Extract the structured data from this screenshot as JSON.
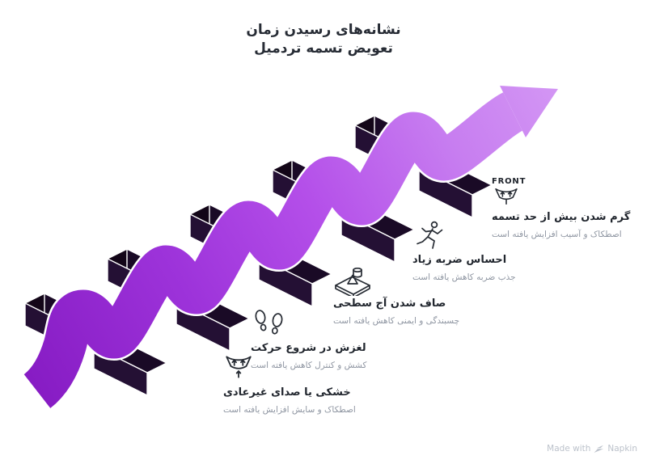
{
  "header": {
    "title_line1": "نشانه‌های رسیدن زمان",
    "title_line2": "تعویض تسمه تردمیل"
  },
  "milestones": [
    {
      "icon": "defrost-vent-icon",
      "title": "خشکی یا صدای غیرعادی",
      "subtitle": "اصطکاک و سایش افزایش یافته است"
    },
    {
      "icon": "footprints-icon",
      "title": "لغزش در شروع حرکت",
      "subtitle": "کشش و کنترل کاهش یافته است"
    },
    {
      "icon": "tread-surface-icon",
      "title": "صاف شدن آج سطحی",
      "subtitle": "چسبندگی و ایمنی کاهش یافته است"
    },
    {
      "icon": "running-person-icon",
      "title": "احساس ضربه زیاد",
      "subtitle": "جذب ضربه کاهش یافته است"
    },
    {
      "label": "FRONT",
      "icon": "defrost-vent-icon",
      "title": "گرم شدن بیش از حد تسمه",
      "subtitle": "اصطکاک و آسیب افزایش یافته است"
    }
  ],
  "footer": {
    "made_with": "Made with",
    "brand": "Napkin"
  },
  "colors": {
    "ribbon_start": "#871cc4",
    "ribbon_mid": "#b44fe9",
    "ribbon_end": "#d396f4",
    "block_front": "#241034",
    "block_top": "#1a0a26",
    "block_side": "#130618",
    "title_text": "#272c35",
    "subtitle_text": "#8f96a2"
  }
}
